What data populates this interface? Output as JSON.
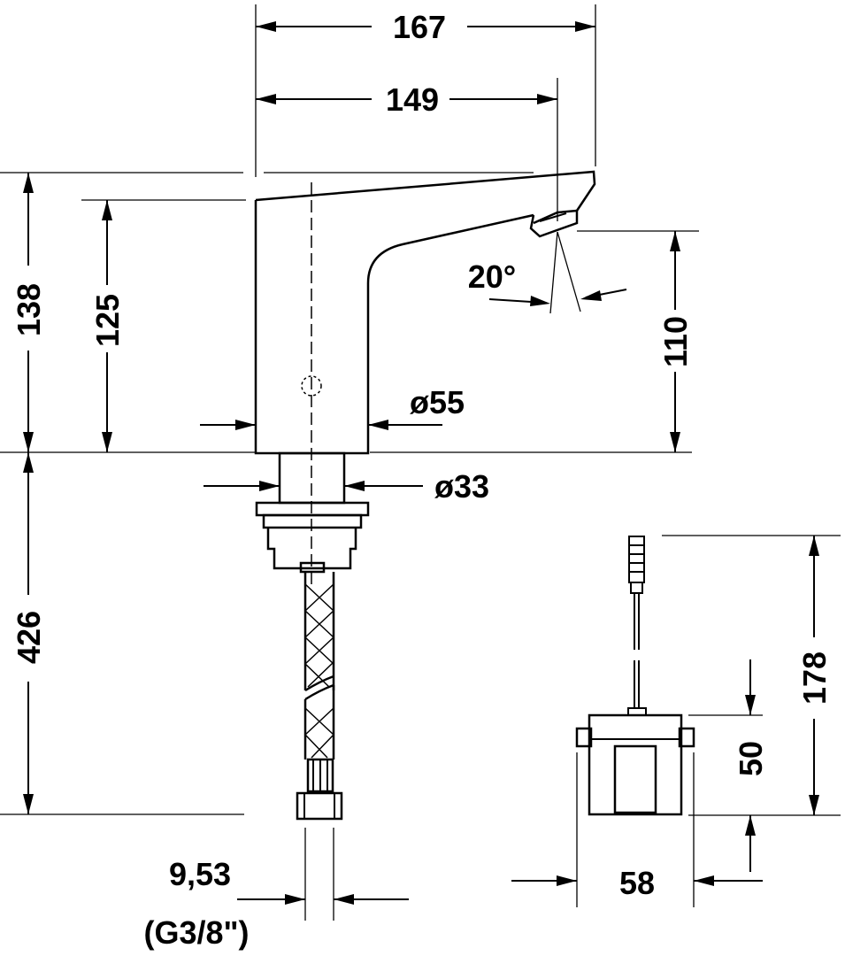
{
  "dimensions": {
    "overall_length": "167",
    "spout_reach": "149",
    "total_height": "138",
    "body_height": "125",
    "spout_angle": "20°",
    "outlet_height": "110",
    "body_diameter": "ø55",
    "shank_diameter": "ø33",
    "hose_length": "426",
    "hose_connection_size": "9,53",
    "hose_connection_thread": "(G3/8\")",
    "control_box_height": "178",
    "control_box_body_height": "50",
    "control_box_width": "58"
  }
}
